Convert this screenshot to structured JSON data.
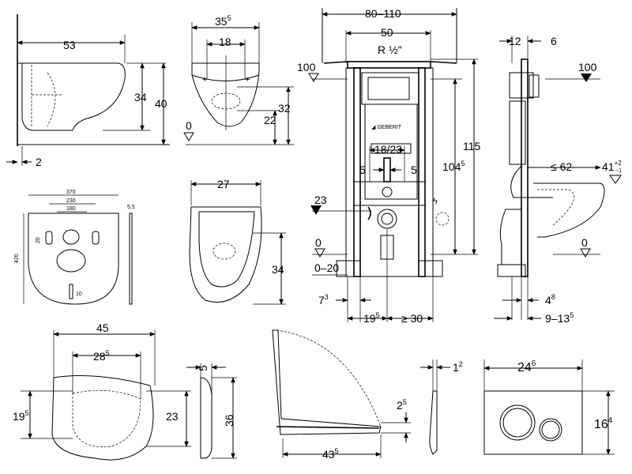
{
  "dims": {
    "bowl_length": "53",
    "bowl_offset": "2",
    "bowl_height_34": "34",
    "bowl_height_40": "40",
    "bowl_width": "35",
    "bowl_width_sup": "5",
    "bolt_spacing": "18",
    "bowl_height_32": "32",
    "bowl_height_22": "22",
    "level_0_bowl": "0",
    "frame_width": "80–110",
    "frame_inner": "50",
    "thread": "R ½\"",
    "level_100_left": "100",
    "level_100_right": "100",
    "height_115": "115",
    "height_104": "104",
    "height_104_sup": "5",
    "bolt_spacing_small": "18/23",
    "offset_5_left": "5",
    "offset_5_right": "5",
    "level_23": "23",
    "level_0_frame": "0",
    "range_0_20": "0–20",
    "dim_7": "7",
    "dim_7_sup": "3",
    "dim_19": "19",
    "dim_19_sup": "5",
    "dim_ge30": "≥ 30",
    "side_12": "12",
    "side_6": "6",
    "side_le62": "≤ 62",
    "side_41": "41",
    "side_41_sup": "+2",
    "side_41_sub": "−1",
    "level_0_side": "0",
    "side_4": "4",
    "side_4_sup": "8",
    "side_9_13": "9–13",
    "side_9_13_sup": "5",
    "pad_370": "370",
    "pad_230": "230",
    "pad_180": "180",
    "pad_420": "420",
    "pad_20": "20",
    "pad_10": "10",
    "pad_5_5": "5,5",
    "seat_27": "27",
    "seat_34": "34",
    "seat_45": "45",
    "seat_28": "28",
    "seat_28_sup": "5",
    "seat_19": "19",
    "seat_19_sup": "5",
    "seat_23": "23",
    "seat_5": "5",
    "seat_36": "36",
    "lid_2": "2",
    "lid_2_sup": "5",
    "lid_43": "43",
    "lid_43_sup": "5",
    "plate_1": "1",
    "plate_1_sup": "2",
    "plate_24": "24",
    "plate_24_sup": "6",
    "plate_16": "16",
    "plate_16_sup": "4"
  }
}
